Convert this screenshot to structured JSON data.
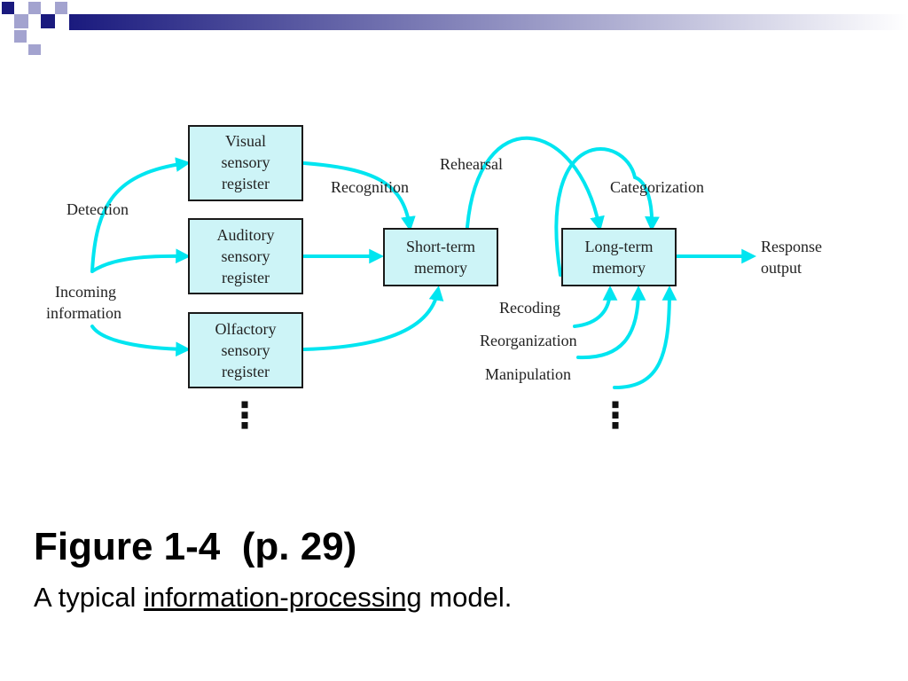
{
  "colors": {
    "arrow": "#00e5f0",
    "box_fill": "#cdf4f7",
    "box_border": "#1a1a1a",
    "banner_dark": "#1a1a7e",
    "banner_light": "#a3a3cf"
  },
  "diagram": {
    "inputs": {
      "detection": "Detection",
      "incoming_line1": "Incoming",
      "incoming_line2": "information"
    },
    "sensory_registers": [
      {
        "line1": "Visual",
        "line2": "sensory",
        "line3": "register"
      },
      {
        "line1": "Auditory",
        "line2": "sensory",
        "line3": "register"
      },
      {
        "line1": "Olfactory",
        "line2": "sensory",
        "line3": "register"
      }
    ],
    "short_term": {
      "line1": "Short-term",
      "line2": "memory"
    },
    "long_term": {
      "line1": "Long-term",
      "line2": "memory"
    },
    "processes": {
      "recognition": "Recognition",
      "rehearsal": "Rehearsal",
      "categorization": "Categorization",
      "recoding": "Recoding",
      "reorganization": "Reorganization",
      "manipulation": "Manipulation"
    },
    "output": {
      "line1": "Response",
      "line2": "output"
    },
    "ellipsis_glyph": "⋮"
  },
  "caption": {
    "title": "Figure 1-4  (p. 29)",
    "subtitle_prefix": "A typical ",
    "subtitle_link": "information-processing",
    "subtitle_suffix": " model."
  }
}
